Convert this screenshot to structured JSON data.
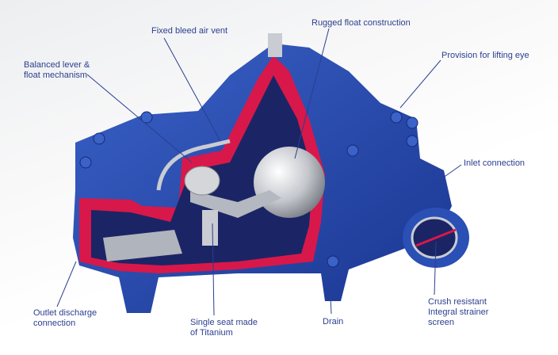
{
  "labels": {
    "fixed_bleed_air_vent": "Fixed bleed air vent",
    "rugged_float": "Rugged float construction",
    "balanced_lever_l1": "Balanced lever &",
    "balanced_lever_l2": "float mechanism",
    "lifting_eye": "Provision for lifting eye",
    "inlet": "Inlet connection",
    "outlet_l1": "Outlet discharge",
    "outlet_l2": "connection",
    "single_seat_l1": "Single seat made",
    "single_seat_l2": "of Titanium",
    "drain": "Drain",
    "strainer_l1": "Crush resistant",
    "strainer_l2": "Integral strainer",
    "strainer_l3": "screen"
  },
  "colors": {
    "body": "#2546a8",
    "body_dark": "#162a74",
    "cut": "#d8184a",
    "interior": "#1b2565",
    "metal": "#c9ccd2",
    "text": "#2b3f8e"
  }
}
